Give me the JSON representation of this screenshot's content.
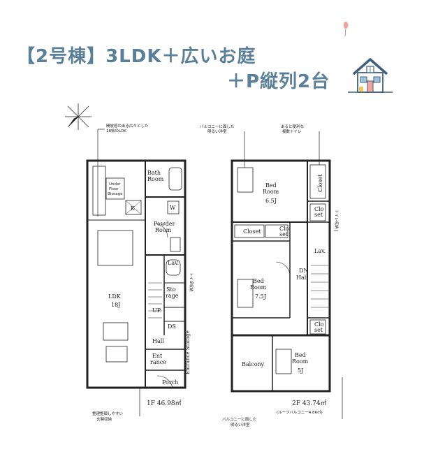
{
  "header": {
    "title_line1": "【2号棟】3LDK＋広い",
    "title_line1b": "お庭",
    "title_line2": "＋P縦列2台"
  },
  "colors": {
    "title": "#5a7f99",
    "balloon": "#f2a49a",
    "house_roof": "#3f5f7a"
  },
  "icons": [
    "north-compass-icon",
    "house-illustration-icon",
    "balloon-icon"
  ],
  "floor1": {
    "rooms": {
      "bath": "Bath",
      "bath2": "Room",
      "powder": "Powder",
      "powder2": "Room",
      "ldk": "LDK",
      "ldk_size": "18J",
      "lav": "Lav.",
      "storage": "Sto",
      "storage2": "rage",
      "hall": "Hall",
      "up": "UP",
      "ds": "DS",
      "entrance": "Ent",
      "entrance2": "rance",
      "entrance_storage": "Entrance Storage",
      "porch": "Porch",
      "k": "K",
      "w": "W",
      "under_floor": "Under",
      "under_floor2": "Floor",
      "under_floor3": "Storage"
    },
    "area": "1F 46.98㎡",
    "notes": {
      "ldk": "開放感のある広々とした",
      "ldk2": "18帖のLDK",
      "entrance": "整理整頓しやすい",
      "entrance2": "玄関収納",
      "toilet": "トイレ収納"
    }
  },
  "floor2": {
    "rooms": {
      "bed1": "Bed",
      "bed1_2": "Room",
      "bed1_size": "6.5J",
      "bed2": "Bed",
      "bed2_2": "Room",
      "bed2_size": "7.5J",
      "bed3": "Bed",
      "bed3_2": "Room",
      "bed3_size": "5J",
      "closet1": "Closet",
      "closet2": "Closet",
      "clo1": "Clo",
      "clo1_2": "set",
      "clo2": "Clo",
      "clo2_2": "set",
      "clo3": "Clo",
      "clo3_2": "set",
      "lav": "Lav.",
      "dn": "DN",
      "hall": "Hall",
      "balcony": "Balcony"
    },
    "area": "2F 43.74㎡",
    "area_sub": "(ルーフバルコニー4.86㎡)",
    "notes": {
      "bed1": "バルコニーに面した",
      "bed1_2": "明るい洋室",
      "toilet": "あると便利な",
      "toilet2": "複数トイレ",
      "toilet_storage": "トイレ収納",
      "bed3": "バルコニーに面した",
      "bed3_2": "明るい洋室"
    }
  }
}
